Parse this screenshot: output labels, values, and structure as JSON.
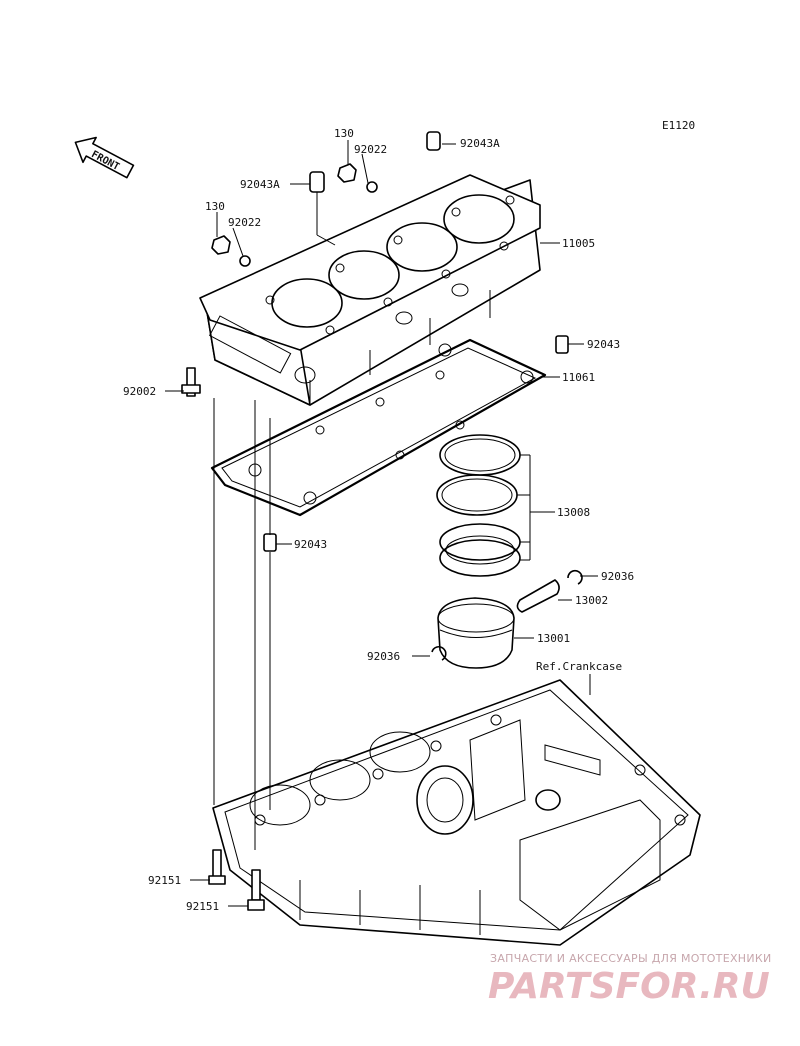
{
  "diagram_code": "E1120",
  "front_label": "FRONT",
  "ref_label": "Ref.Crankcase",
  "callouts": {
    "p130a": "130",
    "p92022a": "92022",
    "p92043A_a": "92043A",
    "p92043A_b": "92043A",
    "p130b": "130",
    "p92022b": "92022",
    "p11005": "11005",
    "p92043_a": "92043",
    "p92002": "92002",
    "p11061": "11061",
    "p13008": "13008",
    "p92043_b": "92043",
    "p92036_a": "92036",
    "p13002": "13002",
    "p13001": "13001",
    "p92036_b": "92036",
    "p92151_a": "92151",
    "p92151_b": "92151"
  },
  "watermark": {
    "tagline": "ЗАПЧАСТИ И АКСЕССУАРЫ ДЛЯ МОТОТЕХНИКИ",
    "logo": "PARTSFOR.RU"
  },
  "colors": {
    "line": "#000000",
    "watermark": "#e8b8bf"
  }
}
